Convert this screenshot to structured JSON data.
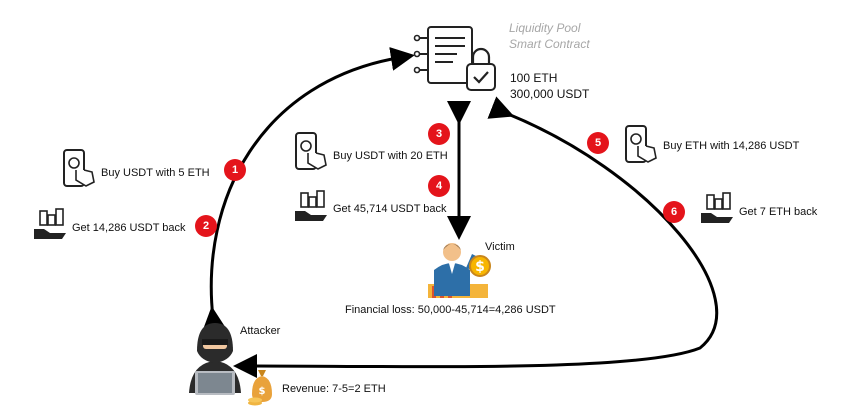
{
  "pool": {
    "title_line1": "Liquidity Pool",
    "title_line2": "Smart Contract",
    "balance_eth": "100 ETH",
    "balance_usdt": "300,000 USDT",
    "icon": "smart-contract-lock-icon"
  },
  "attacker": {
    "label": "Attacker",
    "revenue": "Revenue: 7-5=2 ETH",
    "icon": "hooded-hacker-laptop-icon"
  },
  "victim": {
    "label": "Victim",
    "loss": "Financial loss: 50,000-45,714=4,286 USDT",
    "icon": "businessman-coins-icon"
  },
  "steps": [
    {
      "num": "1",
      "text": "Buy USDT with 5 ETH",
      "icon": "phone-tap-icon"
    },
    {
      "num": "2",
      "text": "Get 14,286 USDT back",
      "icon": "money-hand-icon"
    },
    {
      "num": "3",
      "text": "Buy USDT with 20 ETH",
      "icon": "phone-tap-icon"
    },
    {
      "num": "4",
      "text": "Get 45,714 USDT back",
      "icon": "money-hand-icon"
    },
    {
      "num": "5",
      "text": "Buy ETH with 14,286 USDT",
      "icon": "phone-tap-icon"
    },
    {
      "num": "6",
      "text": "Get 7 ETH back",
      "icon": "money-hand-icon"
    }
  ],
  "colors": {
    "badge": "#e4141b",
    "arrow": "#000000",
    "pool_title": "#a7a7a7"
  }
}
